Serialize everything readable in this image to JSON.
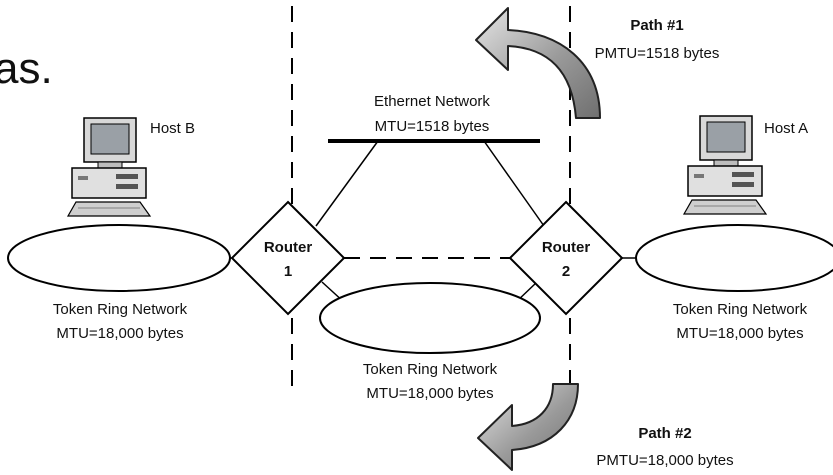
{
  "fragment_text": "as.",
  "path1": {
    "title": "Path #1",
    "pmtu": "PMTU=1518 bytes"
  },
  "path2": {
    "title": "Path #2",
    "pmtu": "PMTU=18,000 bytes"
  },
  "ethernet": {
    "name": "Ethernet Network",
    "mtu": "MTU=1518 bytes"
  },
  "host_b": {
    "label": "Host B"
  },
  "host_a": {
    "label": "Host A"
  },
  "router1": {
    "line1": "Router",
    "line2": "1"
  },
  "router2": {
    "line1": "Router",
    "line2": "2"
  },
  "ring_left": {
    "name": "Token Ring Network",
    "mtu": "MTU=18,000 bytes"
  },
  "ring_middle": {
    "name": "Token Ring Network",
    "mtu": "MTU=18,000 bytes"
  },
  "ring_right": {
    "name": "Token Ring Network",
    "mtu": "MTU=18,000 bytes"
  },
  "colors": {
    "line": "#000000",
    "arrow_fill": "#8a8a8a",
    "arrow_light": "#d9d9d9"
  }
}
